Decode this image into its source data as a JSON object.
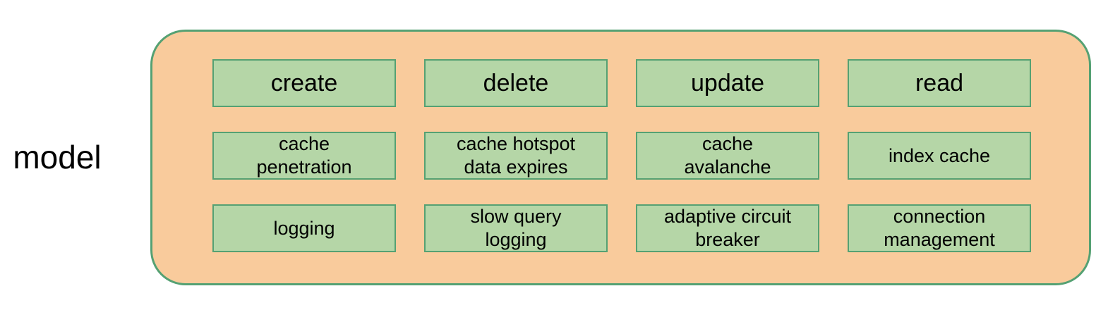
{
  "diagram": {
    "side_label": "model",
    "colors": {
      "background": "#FFFFFF",
      "container_fill": "#F9CB9C",
      "container_border": "#55A173",
      "box_fill": "#B5D6A7",
      "box_border": "#55A173",
      "text": "#000000"
    },
    "rows": [
      {
        "cells": [
          {
            "label": "create"
          },
          {
            "label": "delete"
          },
          {
            "label": "update"
          },
          {
            "label": "read"
          }
        ]
      },
      {
        "cells": [
          {
            "label": "cache\npenetration"
          },
          {
            "label": "cache hotspot\ndata expires"
          },
          {
            "label": "cache\navalanche"
          },
          {
            "label": "index cache"
          }
        ]
      },
      {
        "cells": [
          {
            "label": "logging"
          },
          {
            "label": "slow query\nlogging"
          },
          {
            "label": "adaptive circuit\nbreaker"
          },
          {
            "label": "connection\nmanagement"
          }
        ]
      }
    ]
  }
}
